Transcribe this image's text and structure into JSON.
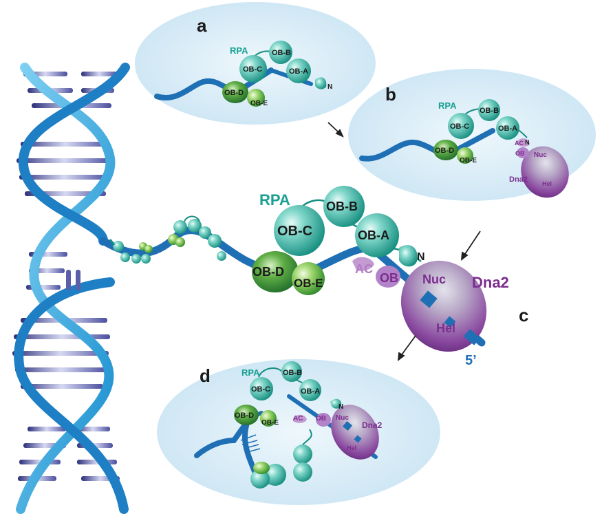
{
  "panels": {
    "a": {
      "letter": "a",
      "rpa": "RPA",
      "ob_c": "OB-C",
      "ob_b": "OB-B",
      "ob_a": "OB-A",
      "ob_d": "OB-D",
      "ob_e": "OB-E",
      "n": "N"
    },
    "b": {
      "letter": "b",
      "rpa": "RPA",
      "ob_c": "OB-C",
      "ob_b": "OB-B",
      "ob_a": "OB-A",
      "ob_d": "OB-D",
      "ob_e": "OB-E",
      "n": "N",
      "ac": "AC",
      "ob": "OB",
      "nuc": "Nuc",
      "dna2": "Dna2",
      "hel": "Hel"
    },
    "c": {
      "letter": "c",
      "rpa": "RPA",
      "ob_c": "OB-C",
      "ob_b": "OB-B",
      "ob_a": "OB-A",
      "ob_d": "OB-D",
      "ob_e": "OB-E",
      "n": "N",
      "ac": "AC",
      "ob": "OB",
      "nuc": "Nuc",
      "dna2": "Dna2",
      "hel": "Hel",
      "five_prime": "5’"
    },
    "d": {
      "letter": "d",
      "rpa": "RPA",
      "ob_c": "OB-C",
      "ob_b": "OB-B",
      "ob_a": "OB-A",
      "ob_d": "OB-D",
      "ob_e": "OB-E",
      "n": "N",
      "ac": "AC",
      "ob": "OB",
      "nuc": "Nuc",
      "dna2": "Dna2",
      "hel": "Hel"
    }
  },
  "colors": {
    "panel_bg": "#d6ecf7",
    "dna_blue": "#1f6fb5",
    "helix_light": "#29a8e0",
    "rung": "#5b5ea8",
    "ob_teal": "#3cb6a6",
    "ob_green": "#6bb843",
    "dna2_purple": "#8a4aa0",
    "label_teal": "#19a093",
    "label_purple": "#7b2d8e"
  }
}
